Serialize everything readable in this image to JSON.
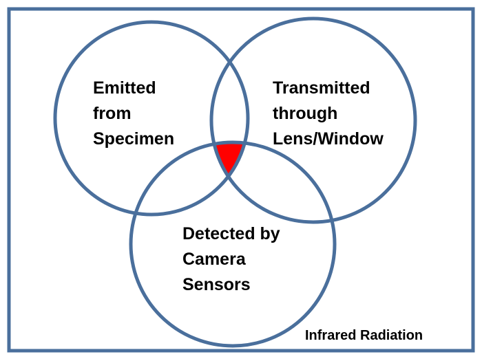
{
  "universe_label": "Infrared Radiation",
  "sets": [
    {
      "id": "emitted",
      "lines": [
        "Emitted",
        "from",
        "Specimen"
      ]
    },
    {
      "id": "transmitted",
      "lines": [
        "Transmitted",
        "through",
        "Lens/Window"
      ]
    },
    {
      "id": "detected",
      "lines": [
        "Detected by",
        "Camera",
        "Sensors"
      ]
    }
  ],
  "colors": {
    "outline": "#4A6F9C",
    "intersection": "#FF0000",
    "background": "#FFFFFF",
    "text": "#000000"
  }
}
